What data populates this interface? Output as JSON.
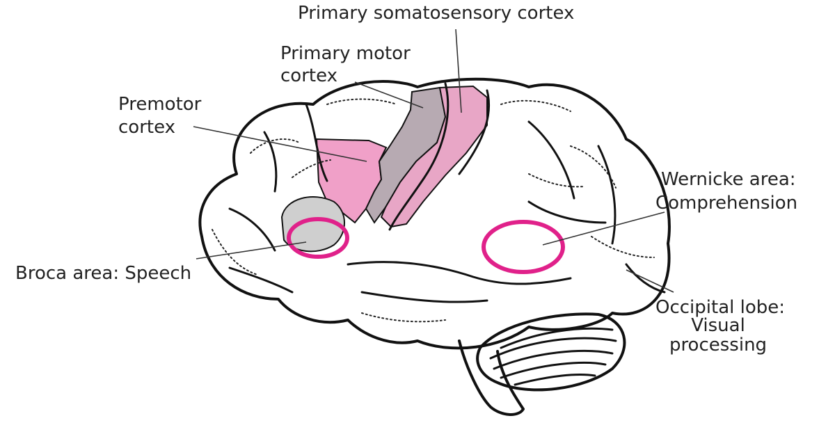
{
  "colors": {
    "highlight_ring": "#e0218a",
    "premotor_fill": "#f0a0c8",
    "motor_fill": "#b7aab2",
    "somatosensory_fill": "#e8a6c6",
    "broca_fill": "#cfcfcf",
    "outline": "#111111",
    "label_text": "#222222"
  },
  "labels": {
    "somatosensory": "Primary somatosensory cortex",
    "motor_line1": "Primary motor",
    "motor_line2": "cortex",
    "premotor_line1": "Premotor",
    "premotor_line2": "cortex",
    "wernicke_line1": "Wernicke area:",
    "wernicke_line2": "Comprehension",
    "broca": "Broca area: Speech",
    "occipital_line1": "Occipital lobe:",
    "occipital_line2": "Visual",
    "occipital_line3": "processing"
  }
}
